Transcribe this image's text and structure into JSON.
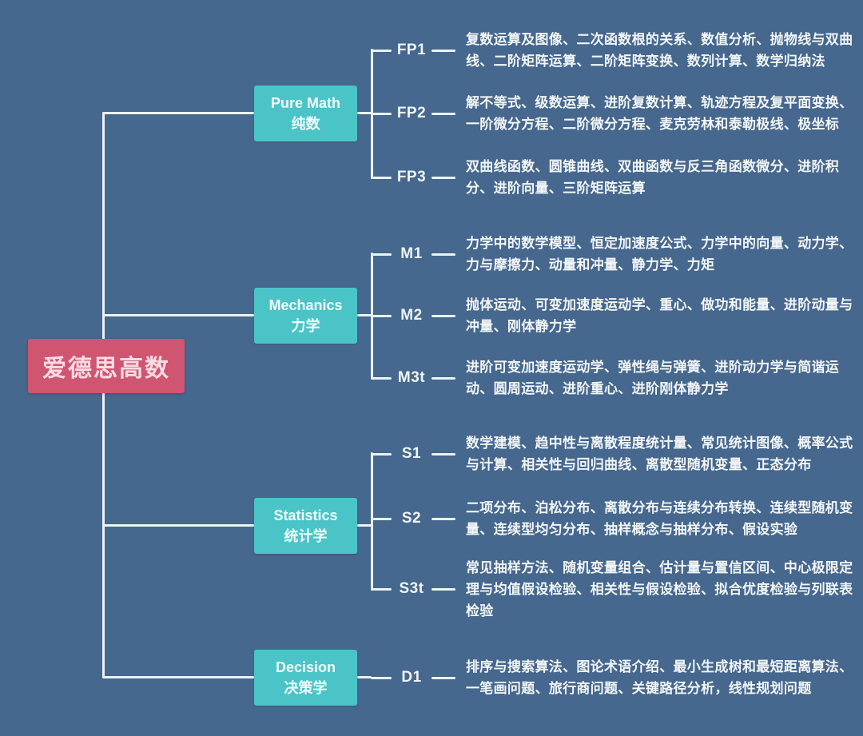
{
  "root": {
    "label": "爱德思高数"
  },
  "colors": {
    "background": "#46678e",
    "branch_node": "#4bc4c8",
    "root_node": "#cf5571",
    "connector_line": "#eaf4f3",
    "text": "#f2f6f7"
  },
  "branches": [
    {
      "name_en": "Pure Math",
      "name_zh": "纯数",
      "children": [
        {
          "code": "FP1",
          "topics": "复数运算及图像、二次函数根的关系、数值分析、抛物线与双曲线、二阶矩阵运算、二阶矩阵变换、数列计算、数学归纳法"
        },
        {
          "code": "FP2",
          "topics": "解不等式、级数运算、进阶复数计算、轨迹方程及复平面变换、一阶微分方程、二阶微分方程、麦克劳林和泰勒极线、极坐标"
        },
        {
          "code": "FP3",
          "topics": "双曲线函数、圆锥曲线、双曲函数与反三角函数微分、进阶积分、进阶向量、三阶矩阵运算"
        }
      ]
    },
    {
      "name_en": "Mechanics",
      "name_zh": "力学",
      "children": [
        {
          "code": "M1",
          "topics": "力学中的数学模型、恒定加速度公式、力学中的向量、动力学、力与摩擦力、动量和冲量、静力学、力矩"
        },
        {
          "code": "M2",
          "topics": "抛体运动、可变加速度运动学、重心、做功和能量、进阶动量与冲量、刚体静力学"
        },
        {
          "code": "M3t",
          "topics": "进阶可变加速度运动学、弹性绳与弹簧、进阶动力学与简谐运动、圆周运动、进阶重心、进阶刚体静力学"
        }
      ]
    },
    {
      "name_en": "Statistics",
      "name_zh": "统计学",
      "children": [
        {
          "code": "S1",
          "topics": "数学建模、趋中性与离散程度统计量、常见统计图像、概率公式与计算、相关性与回归曲线、离散型随机变量、正态分布"
        },
        {
          "code": "S2",
          "topics": "二项分布、泊松分布、离散分布与连续分布转换、连续型随机变量、连续型均匀分布、抽样概念与抽样分布、假设实验"
        },
        {
          "code": "S3t",
          "topics": "常见抽样方法、随机变量组合、估计量与置信区间、中心极限定理与均值假设检验、相关性与假设检验、拟合优度检验与列联表检验"
        }
      ]
    },
    {
      "name_en": "Decision",
      "name_zh": "决策学",
      "children": [
        {
          "code": "D1",
          "topics": "排序与搜索算法、图论术语介绍、最小生成树和最短距离算法、一笔画问题、旅行商问题、关键路径分析，线性规划问题"
        }
      ]
    }
  ]
}
